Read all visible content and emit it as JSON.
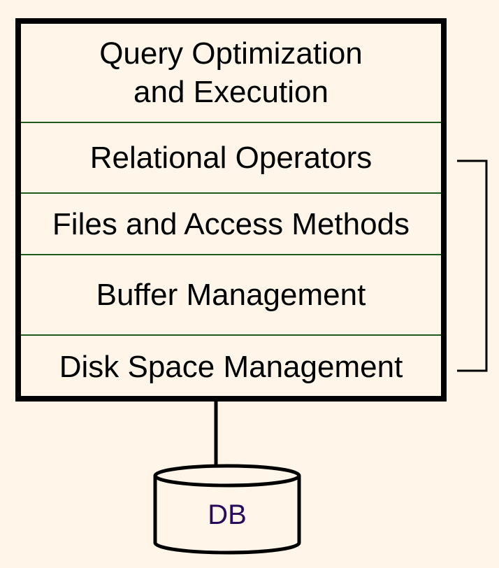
{
  "layers": [
    {
      "label": "Query Optimization\nand Execution"
    },
    {
      "label": "Relational Operators"
    },
    {
      "label": "Files and Access Methods"
    },
    {
      "label": "Buffer Management"
    },
    {
      "label": "Disk Space Management"
    }
  ],
  "database": {
    "label": "DB"
  },
  "colors": {
    "background": "#fff5e9",
    "border": "#000000",
    "divider": "#1f5a1f",
    "db_text": "#2a0a5a"
  }
}
